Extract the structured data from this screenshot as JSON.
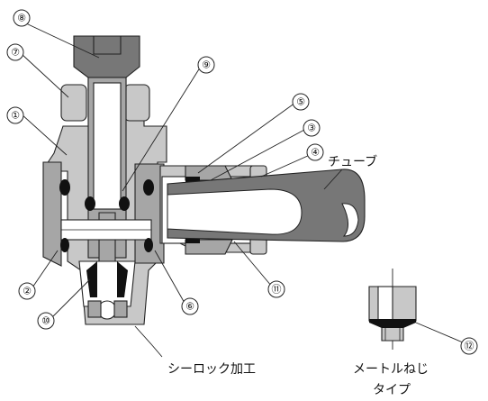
{
  "labels": {
    "tube": "チューブ",
    "sealock": "シーロック加工",
    "metric_line1": "メートルねじ",
    "metric_line2": "タイプ"
  },
  "callouts": [
    "⑧",
    "⑦",
    "①",
    "⑨",
    "⑤",
    "③",
    "④",
    "②",
    "⑥",
    "⑩",
    "⑪",
    "⑫"
  ]
}
